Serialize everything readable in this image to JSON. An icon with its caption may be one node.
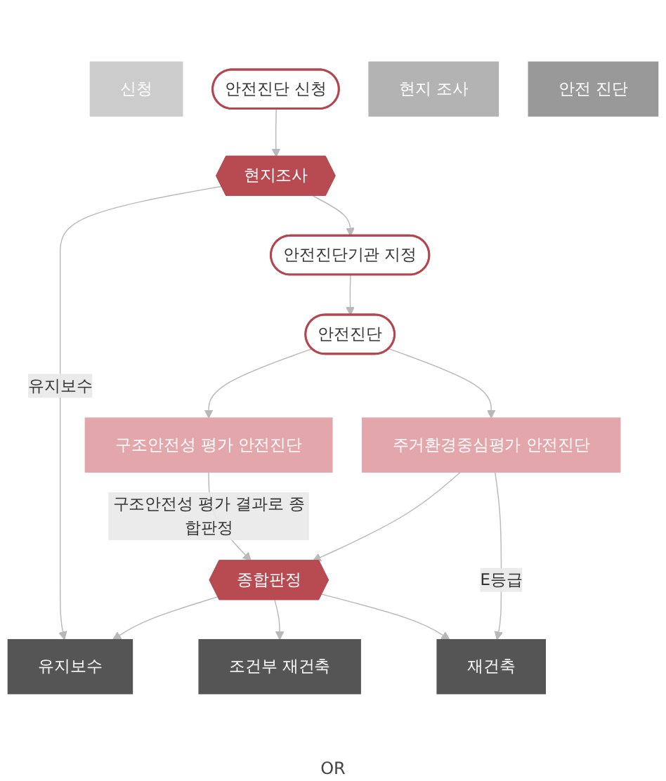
{
  "diagram": {
    "nodes": [
      {
        "text": [
          "신청"
        ]
      },
      {
        "text": [
          "안전진단 신청"
        ]
      },
      {
        "text": [
          "현지 조사"
        ]
      },
      {
        "text": [
          "현지조사"
        ]
      },
      {
        "text": [
          "안전진단기관 지정"
        ]
      },
      {
        "text": [
          "안전 진단"
        ]
      },
      {
        "text": [
          "안전진단"
        ]
      },
      {
        "text": [
          "구조안전성 평가 안전진단"
        ]
      },
      {
        "text": [
          "주거환경중심평가 안전진단"
        ]
      },
      {
        "text": [
          "종합판정"
        ]
      },
      {
        "text": [
          "유지보수"
        ]
      },
      {
        "text": [
          "조건부 재건축"
        ]
      },
      {
        "text": [
          "재건축"
        ]
      }
    ],
    "edges": [
      {
        "from": 1,
        "to": 3,
        "arrow": "to"
      },
      {
        "from": 3,
        "to": 10,
        "arrow": "to",
        "label": "유지보수"
      },
      {
        "from": 3,
        "to": 4,
        "arrow": "to"
      },
      {
        "from": 4,
        "to": 6,
        "arrow": "to"
      },
      {
        "from": 6,
        "to": 7,
        "arrow": "to"
      },
      {
        "from": 6,
        "to": 8,
        "arrow": "to"
      },
      {
        "from": 7,
        "to": 9,
        "arrow": "to",
        "label": "구조안전성 평가 결과로 종합판정"
      },
      {
        "from": 8,
        "to": 9,
        "arrow": "to"
      },
      {
        "from": 8,
        "to": 12,
        "arrow": "to",
        "label": "E등급"
      },
      {
        "from": 9,
        "to": 10,
        "arrow": "to"
      },
      {
        "from": 9,
        "to": 11,
        "arrow": "to"
      },
      {
        "from": 9,
        "to": 12,
        "arrow": "to"
      }
    ],
    "labels": [
      "OR"
    ]
  }
}
